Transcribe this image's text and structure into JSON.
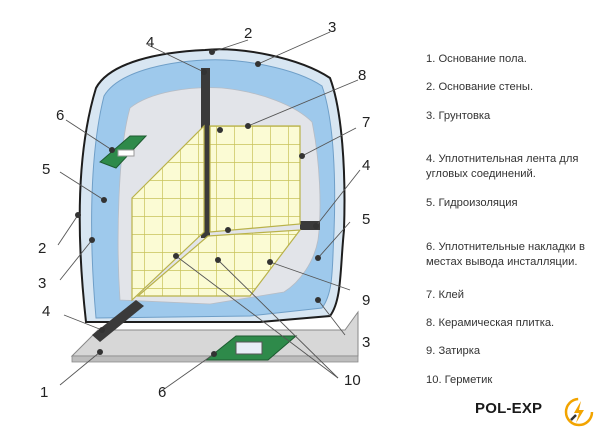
{
  "callouts": {
    "c1": "1",
    "c2a": "2",
    "c2b": "2",
    "c3a": "3",
    "c3b": "3",
    "c3c": "3",
    "c4a": "4",
    "c4b": "4",
    "c4c": "4",
    "c5a": "5",
    "c5b": "5",
    "c6a": "6",
    "c6b": "6",
    "c7": "7",
    "c8": "8",
    "c9": "9",
    "c10": "10"
  },
  "legend": {
    "items": [
      "1. Основание пола.",
      "2. Основание стены.",
      "3. Грунтовка",
      "4. Уплотнительная лента для угловых соединений.",
      "5. Гидроизоляция",
      "6. Уплотнительные накладки в местах вывода инсталляции.",
      "7. Клей",
      "8. Керамическая плитка.",
      "9. Затирка",
      "10. Герметик"
    ]
  },
  "logo": {
    "text": "POL-EXP",
    "icon": "wrench-lightning-icon"
  },
  "colors": {
    "waterproofing": "#9ec9ec",
    "adhesive": "#e2e4e9",
    "tile": "#fbfbd4",
    "tile_grout": "#c8c25a",
    "sealing_tape": "#3a3a3a",
    "sealing_pad": "#2e8a4a",
    "base": "#d7d7d7"
  }
}
